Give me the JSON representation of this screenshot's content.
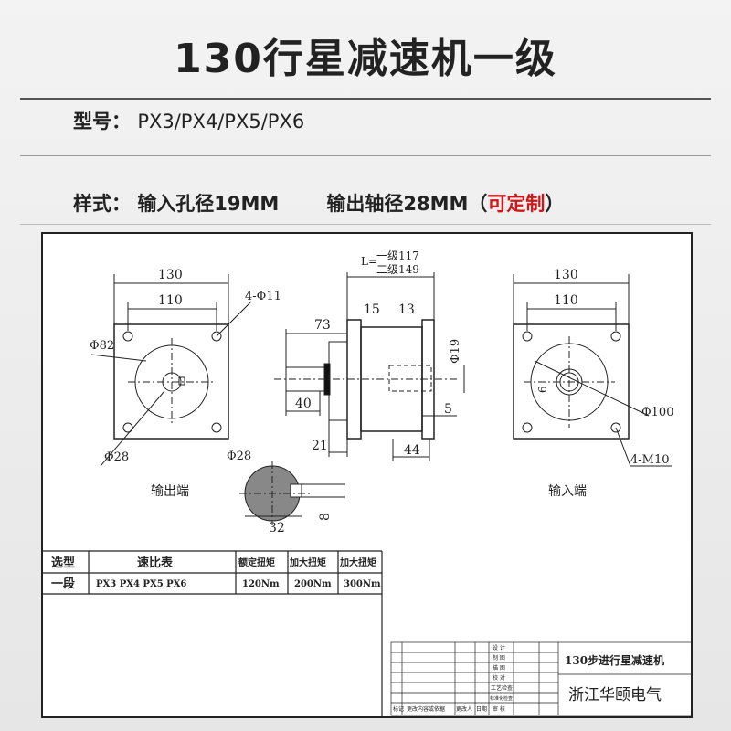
{
  "title": "130行星减速机一级",
  "model": {
    "label": "型号：",
    "value": "PX3/PX4/PX5/PX6"
  },
  "style": {
    "label": "样式：",
    "input": "输入孔径19MM",
    "output": "输出轴径28MM（",
    "custom": "可定制",
    "close": "）"
  },
  "drawing": {
    "left_view": {
      "d130": "130",
      "d110": "110",
      "holes": "4-Φ11",
      "d82": "Φ82",
      "d28": "Φ28",
      "caption": "输出端"
    },
    "side_view": {
      "L": "L=",
      "L1": "一级117",
      "L2": "二级149",
      "d15": "15",
      "d13": "13",
      "d73": "73",
      "d40": "40",
      "d21": "21",
      "d44": "44",
      "d19": "Φ19",
      "d5": "5"
    },
    "section": {
      "d28": "Φ28",
      "d32": "32",
      "d8": "8"
    },
    "right_view": {
      "d130": "130",
      "d110": "110",
      "d100": "Φ100",
      "m10": "4-M10",
      "d6": "6",
      "caption": "输入端"
    },
    "table": {
      "headers": [
        "选型",
        "速比表",
        "额定扭矩",
        "加大扭矩",
        "加大扭矩"
      ],
      "rows": [
        [
          "一段",
          "PX3  PX4  PX5  PX6",
          "120Nm",
          "200Nm",
          "300Nm"
        ]
      ]
    },
    "title_block": {
      "name": "130步进行星减速机",
      "company": "浙江华颐电气",
      "roles": [
        "设 计",
        "制 图",
        "描 图",
        "校 对",
        "工艺检查",
        "标准化检查",
        "审 核"
      ],
      "footer": [
        "标记",
        "更改内容或依据",
        "更改人",
        "日期"
      ]
    }
  }
}
